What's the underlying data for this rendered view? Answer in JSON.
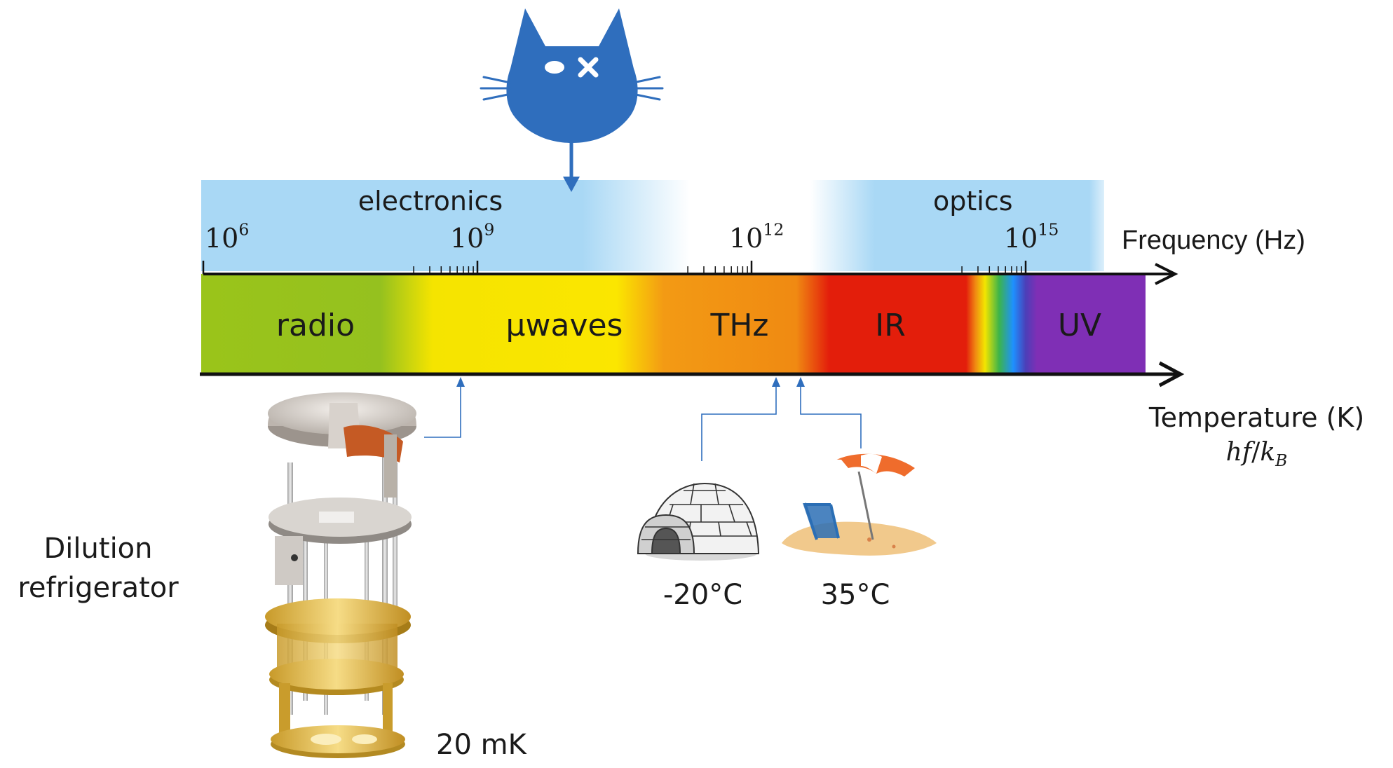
{
  "colors": {
    "electronics_band": "#a9d8f5",
    "radio": "#95c11f",
    "microwaves": "#fbe600",
    "thz": "#f39a14",
    "ir": "#e31e0b",
    "uv": "#7f2fb5",
    "arrow_blue": "#2f6ebd",
    "cat": "#2f6ebd",
    "axis": "#111111"
  },
  "icons": [
    "cat-icon",
    "dilution-refrigerator-image",
    "igloo-icon",
    "beach-umbrella-icon"
  ],
  "bands": {
    "electronics": "electronics",
    "optics": "optics"
  },
  "axis_top": {
    "label": "Frequency (Hz)",
    "ticks": [
      {
        "base": "10",
        "exp": "6"
      },
      {
        "base": "10",
        "exp": "9"
      },
      {
        "base": "10",
        "exp": "12"
      },
      {
        "base": "10",
        "exp": "15"
      }
    ]
  },
  "spectrum": {
    "regions": [
      "radio",
      "μwaves",
      "THz",
      "IR",
      "UV"
    ]
  },
  "axis_bottom": {
    "label": "Temperature (K)",
    "formula": {
      "h": "h",
      "f": "f",
      "slash": "/",
      "k": "k",
      "sub": "B"
    }
  },
  "fridge": {
    "label_line1": "Dilution",
    "label_line2": "refrigerator",
    "temperature": "20 mK"
  },
  "igloo": {
    "temperature": "-20°C"
  },
  "beach": {
    "temperature": "35°C"
  }
}
